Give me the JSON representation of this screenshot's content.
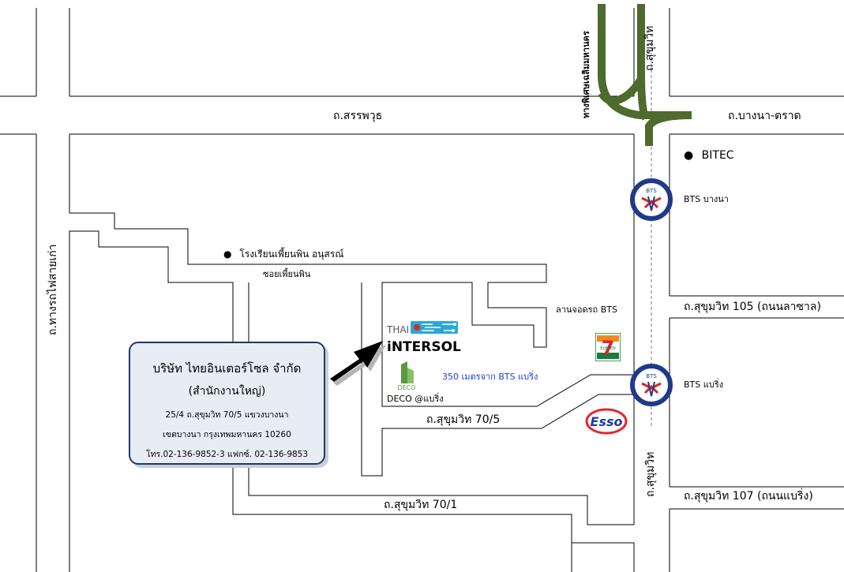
{
  "roads": {
    "sanphawut": "ถ.สรรพวุธ",
    "bangna_trat": "ถ.บางนา-ตราด",
    "sukhumvit_105": "ถ.สุขุมวิท 105 (ถนนลาซาล)",
    "sukhumvit_107": "ถ.สุขุมวิท 107 (ถนนแบริ่ง)",
    "sukhumvit_70_5": "ถ.สุขุมวิท 70/5",
    "sukhumvit_70_1": "ถ.สุขุมวิท 70/1",
    "soi_phian_phin": "ซอยเพี้ยนพิน",
    "sukhumvit_top": "ถ.สุขุมวิท",
    "sukhumvit_bottom": "ถ.สุขุมวิท",
    "railway": "ถ.ทางรถไฟสายเก่า",
    "expressway": "ทางพิเศษเฉลิมมหานคร"
  },
  "landmarks": {
    "bitec": "BITEC",
    "school": "โรงเรียนเพี้ยนพิน อนุสรณ์",
    "bts_parking": "ลานจอดรถ BTS",
    "deco": "DECO @แบริ่ง",
    "distance": "350 เมตรจาก BTS แบริ่ง"
  },
  "stations": {
    "bangna": "BTS บางนา",
    "bearing": "BTS แบริ่ง",
    "badge": "BTS"
  },
  "logos": {
    "intersol_top": "THAI",
    "intersol_main": "iNTERSOL",
    "seven_eleven": "ELEVEN",
    "esso": "Esso",
    "deco": "DECO"
  },
  "company": {
    "name": "บริษัท ไทยอินเตอร์โซล จำกัด",
    "office": "(สำนักงานใหญ่)",
    "address1": "25/4 ถ.สุขุมวิท 70/5 แขวงบางนา",
    "address2": "เขตบางนา กรุงเทพมหานคร 10260",
    "contact": "โทร.02-136-9852-3  แฟกซ์. 02-136-9853"
  },
  "colors": {
    "expressway": "#4e6a2c",
    "bts_ring": "#1f3a8a",
    "bts_red": "#d7262b",
    "esso_red": "#e3262d",
    "esso_blue": "#1a3f9c",
    "seven_green": "#1c7a3c",
    "seven_orange": "#f08a1d",
    "deco_green": "#5a9a3b",
    "callout_fill": "#e7ecf5",
    "callout_border": "#1f3864"
  }
}
